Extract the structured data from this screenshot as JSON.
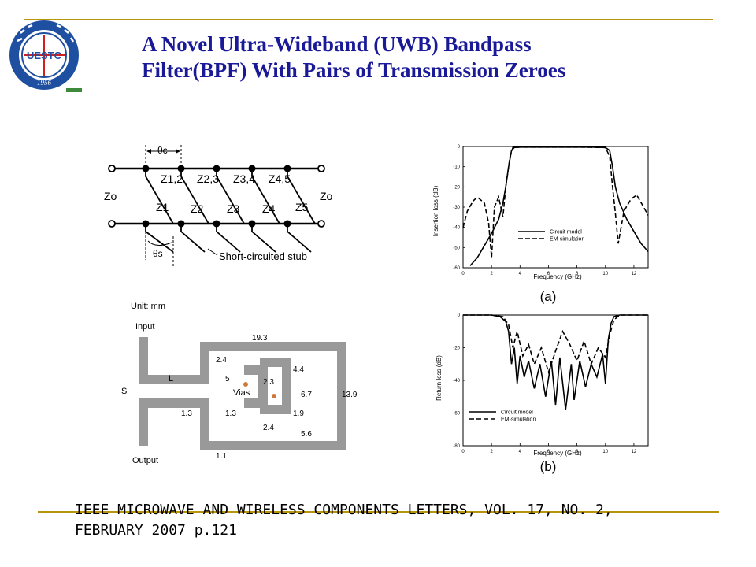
{
  "slide": {
    "title_line1": "A Novel Ultra-Wideband (UWB) Bandpass",
    "title_line2": "Filter(BPF) With Pairs of Transmission Zeroes",
    "citation_line1": "IEEE MICROWAVE AND WIRELESS COMPONENTS LETTERS, VOL. 17, NO. 2,",
    "citation_line2": "FEBRUARY 2007 p.121"
  },
  "logo": {
    "text": "UESTC",
    "year": "1956",
    "outer_color": "#1f4fa0",
    "accent": "#d02020"
  },
  "colors": {
    "rule": "#b8960c",
    "title": "#1a1a99"
  },
  "circuit": {
    "theta_c": "θc",
    "theta_s": "θs",
    "zo": "Zo",
    "line_labels": [
      "Z1,2",
      "Z2,3",
      "Z3,4",
      "Z4,5"
    ],
    "stub_labels": [
      "Z1",
      "Z2",
      "Z3",
      "Z4",
      "Z5"
    ],
    "stub_note": "Short-circuited stub"
  },
  "layout": {
    "unit": "Unit: mm",
    "input": "Input",
    "output": "Output",
    "vias": "Vias",
    "L": "L",
    "S": "S",
    "dims": [
      "19.3",
      "2.4",
      "4.4",
      "5",
      "2.3",
      "6.7",
      "13.9",
      "1.3",
      "1.3",
      "1.9",
      "2.4",
      "5.6",
      "1.1"
    ]
  },
  "chart_data": [
    {
      "type": "line",
      "caption": "(a)",
      "xlabel": "Frequency (GHz)",
      "ylabel": "Insertion loss (dB)",
      "xlim": [
        0,
        13
      ],
      "ylim": [
        -60,
        0
      ],
      "xticks": [
        0,
        2,
        4,
        6,
        8,
        10,
        12
      ],
      "yticks": [
        0,
        -10,
        -20,
        -30,
        -40,
        -50,
        -60
      ],
      "legend_position": "bottom-center",
      "series": [
        {
          "name": "Circuit model",
          "style": "solid",
          "x": [
            0.5,
            1.0,
            1.5,
            2.0,
            2.5,
            2.8,
            3.0,
            3.2,
            3.4,
            3.6,
            4.0,
            5.0,
            6.0,
            7.0,
            8.0,
            9.0,
            10.0,
            10.3,
            10.5,
            10.7,
            11.0,
            11.5,
            12.0,
            12.5,
            13.0
          ],
          "y": [
            -59,
            -55,
            -49,
            -43,
            -36,
            -28,
            -20,
            -10,
            -2,
            -0.5,
            -0.3,
            -0.3,
            -0.3,
            -0.3,
            -0.3,
            -0.3,
            -0.5,
            -2,
            -10,
            -20,
            -28,
            -36,
            -42,
            -48,
            -52
          ]
        },
        {
          "name": "EM-simulation",
          "style": "dashed",
          "x": [
            0.0,
            0.3,
            0.7,
            1.0,
            1.5,
            1.8,
            2.0,
            2.2,
            2.5,
            2.8,
            3.0,
            3.3,
            3.5,
            4.0,
            6.0,
            8.0,
            10.0,
            10.3,
            10.5,
            10.7,
            10.9,
            11.3,
            11.8,
            12.2,
            12.6,
            13.0
          ],
          "y": [
            -40,
            -32,
            -27,
            -25,
            -28,
            -38,
            -55,
            -30,
            -25,
            -35,
            -20,
            -5,
            -0.5,
            -0.3,
            -0.3,
            -0.3,
            -0.5,
            -5,
            -20,
            -33,
            -48,
            -32,
            -26,
            -24,
            -29,
            -34
          ]
        }
      ]
    },
    {
      "type": "line",
      "caption": "(b)",
      "xlabel": "Frequency (GHz)",
      "ylabel": "Return loss (dB)",
      "xlim": [
        0,
        13
      ],
      "ylim": [
        -80,
        0
      ],
      "xticks": [
        0,
        2,
        4,
        6,
        8,
        10,
        12
      ],
      "yticks": [
        0,
        -20,
        -40,
        -60,
        -80
      ],
      "legend_position": "bottom-left",
      "series": [
        {
          "name": "Circuit model",
          "style": "solid",
          "x": [
            0.0,
            2.0,
            2.6,
            3.0,
            3.2,
            3.4,
            3.6,
            3.8,
            4.0,
            4.3,
            4.6,
            5.0,
            5.4,
            5.8,
            6.2,
            6.5,
            6.8,
            7.2,
            7.6,
            7.8,
            8.2,
            8.6,
            9.0,
            9.4,
            9.8,
            10.0,
            10.2,
            10.4,
            10.6,
            11.0,
            13.0
          ],
          "y": [
            0,
            0,
            -1,
            -4,
            -10,
            -30,
            -20,
            -42,
            -25,
            -38,
            -28,
            -45,
            -30,
            -50,
            -28,
            -55,
            -26,
            -58,
            -30,
            -52,
            -28,
            -44,
            -30,
            -38,
            -24,
            -42,
            -15,
            -5,
            -1,
            0,
            0
          ]
        },
        {
          "name": "EM-simulation",
          "style": "dashed",
          "x": [
            0.0,
            2.0,
            2.8,
            3.2,
            3.5,
            3.8,
            4.2,
            4.6,
            5.0,
            5.5,
            6.0,
            6.5,
            7.0,
            7.5,
            8.0,
            8.5,
            9.0,
            9.5,
            10.0,
            10.3,
            10.6,
            11.0,
            13.0
          ],
          "y": [
            0,
            0,
            -1,
            -6,
            -20,
            -10,
            -25,
            -18,
            -30,
            -20,
            -35,
            -22,
            -10,
            -18,
            -28,
            -16,
            -30,
            -20,
            -26,
            -12,
            -3,
            0,
            0
          ]
        }
      ]
    }
  ]
}
